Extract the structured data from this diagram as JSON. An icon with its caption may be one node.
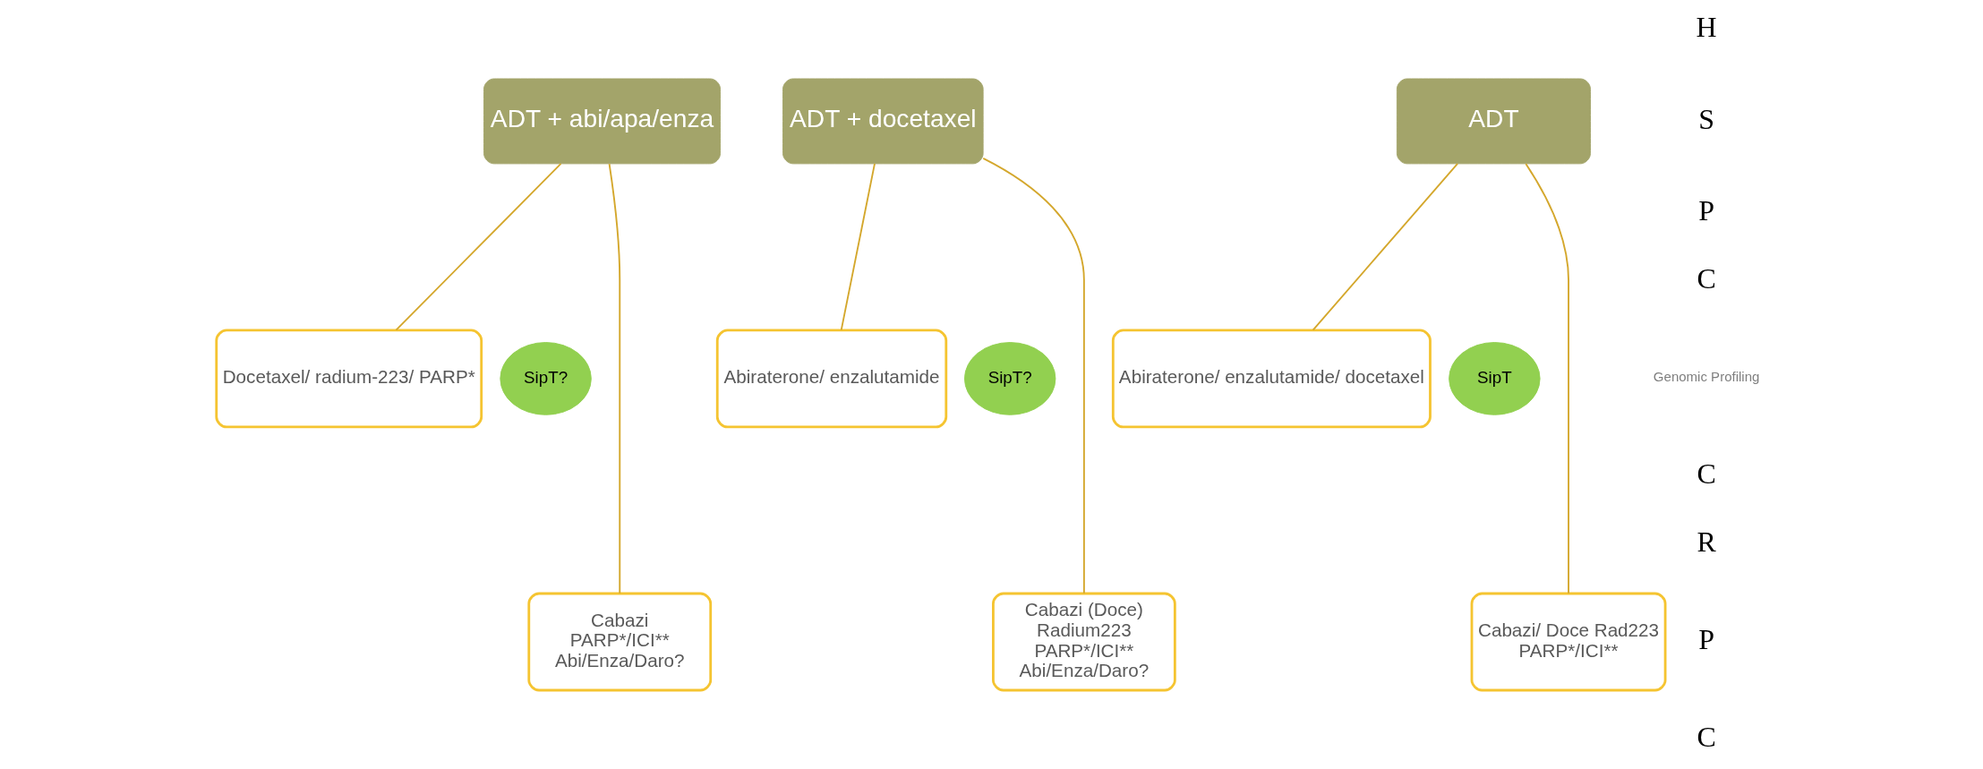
{
  "diagram": {
    "nodes": [
      {
        "text": [
          "ADT + abi/apa/enza"
        ]
      },
      {
        "text": [
          "ADT + docetaxel"
        ]
      },
      {
        "text": [
          "ADT"
        ]
      },
      {
        "text": [
          "Docetaxel/ radium-223/ PARP*"
        ]
      },
      {
        "text": [
          "SipT?"
        ]
      },
      {
        "text": [
          "Abiraterone/ enzalutamide"
        ]
      },
      {
        "text": [
          "SipT?"
        ]
      },
      {
        "text": [
          "Abiraterone/ enzalutamide/ docetaxel"
        ]
      },
      {
        "text": [
          "SipT"
        ]
      },
      {
        "text": [
          "Cabazi",
          "PARP*/ICI**",
          "Abi/Enza/Daro?"
        ]
      },
      {
        "text": [
          "Cabazi (Doce)",
          "Radium223",
          "PARP*/ICI**",
          "Abi/Enza/Daro?"
        ]
      },
      {
        "text": [
          "Cabazi/ Doce Rad223",
          "PARP*/ICI**"
        ]
      }
    ],
    "edges": [
      {
        "from": 0,
        "to": 3,
        "arrow": "none"
      },
      {
        "from": 0,
        "to": 9,
        "arrow": "none"
      },
      {
        "from": 1,
        "to": 5,
        "arrow": "none"
      },
      {
        "from": 1,
        "to": 10,
        "arrow": "none"
      },
      {
        "from": 2,
        "to": 7,
        "arrow": "none"
      },
      {
        "from": 2,
        "to": 11,
        "arrow": "none"
      }
    ],
    "labels": [
      "H",
      "S",
      "P",
      "C",
      "Genomic Profiling",
      "C",
      "R",
      "P",
      "C"
    ]
  }
}
